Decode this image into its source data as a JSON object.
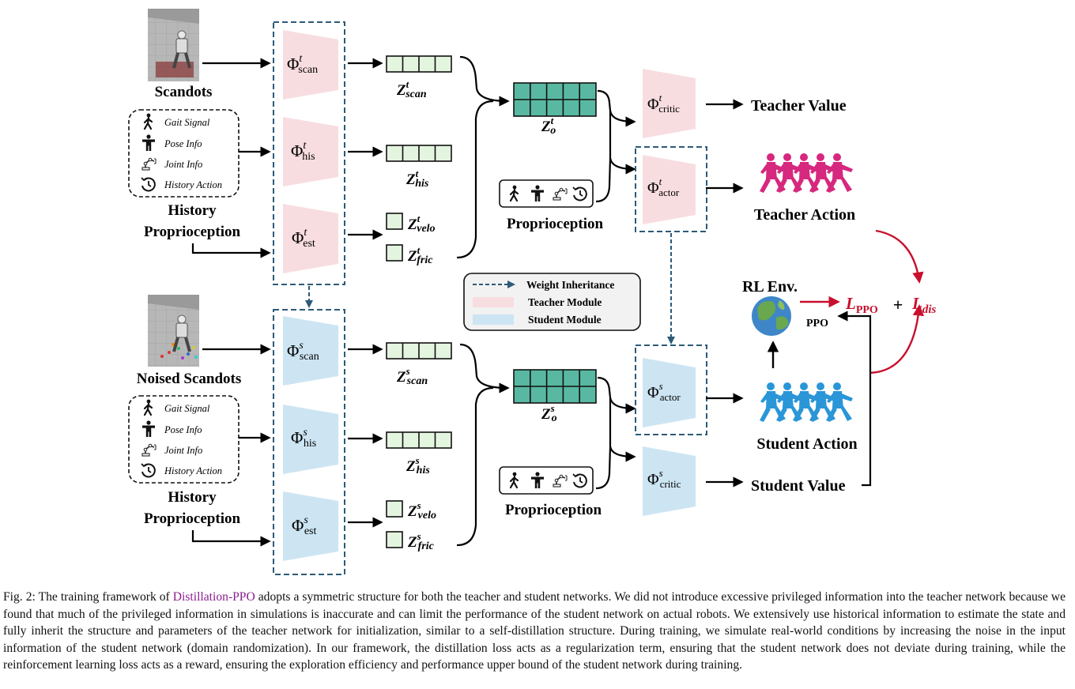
{
  "teacher": {
    "scene_label": "Scandots",
    "history_label_1": "History",
    "history_label_2": "Proprioception",
    "inputs": [
      {
        "icon": "walking-person-icon",
        "label": "Gait Signal"
      },
      {
        "icon": "standing-person-icon",
        "label": "Pose Info"
      },
      {
        "icon": "robot-arm-icon",
        "label": "Joint Info"
      },
      {
        "icon": "history-clock-icon",
        "label": "History Action"
      }
    ],
    "enc_scan_sup": "t",
    "enc_scan_sub": "scan",
    "enc_his_sup": "t",
    "enc_his_sub": "his",
    "enc_est_sup": "t",
    "enc_est_sub": "est",
    "z_scan_sup": "t",
    "z_scan_sub": "scan",
    "z_his_sup": "t",
    "z_his_sub": "his",
    "z_velo_sup": "t",
    "z_velo_sub": "velo",
    "z_fric_sup": "t",
    "z_fric_sub": "fric",
    "z_o_sup": "t",
    "z_o_sub": "o",
    "proprio_label": "Proprioception",
    "critic_sup": "t",
    "critic_sub": "critic",
    "actor_sup": "t",
    "actor_sub": "actor",
    "value_label": "Teacher Value",
    "action_label": "Teacher Action"
  },
  "student": {
    "scene_label": "Noised Scandots",
    "history_label_1": "History",
    "history_label_2": "Proprioception",
    "inputs": [
      {
        "icon": "walking-person-icon",
        "label": "Gait Signal"
      },
      {
        "icon": "standing-person-icon",
        "label": "Pose Info"
      },
      {
        "icon": "robot-arm-icon",
        "label": "Joint Info"
      },
      {
        "icon": "history-clock-icon",
        "label": "History Action"
      }
    ],
    "enc_scan_sup": "s",
    "enc_scan_sub": "scan",
    "enc_his_sup": "s",
    "enc_his_sub": "his",
    "enc_est_sup": "s",
    "enc_est_sub": "est",
    "z_scan_sup": "s",
    "z_scan_sub": "scan",
    "z_his_sup": "s",
    "z_his_sub": "his",
    "z_velo_sup": "s",
    "z_velo_sub": "velo",
    "z_fric_sup": "s",
    "z_fric_sub": "fric",
    "z_o_sup": "s",
    "z_o_sub": "o",
    "proprio_label": "Proprioception",
    "critic_sup": "s",
    "critic_sub": "critic",
    "actor_sup": "s",
    "actor_sub": "actor",
    "value_label": "Student Value",
    "action_label": "Student Action"
  },
  "symbols": {
    "phi": "Φ",
    "z": "Z"
  },
  "legend": {
    "items": [
      "Weight Inheritance",
      "Teacher Module",
      "Student Module"
    ]
  },
  "env": {
    "label": "RL Env.",
    "ppo_label": "PPO",
    "globe_icon": "earth-globe-icon"
  },
  "loss": {
    "ppo_main": "L",
    "ppo_sub": "PPO",
    "plus": "+",
    "dis_main": "L",
    "dis_sub": "dis"
  },
  "colors": {
    "teacher_module": "#f8dde0",
    "student_module": "#cde5f3",
    "latent_fill": "#e3f4df",
    "z_o_fill": "#59b8a1",
    "dashed": "#2d5a78",
    "loss_red": "#c8102e",
    "teacher_action": "#d6287e",
    "student_action": "#2a96d8"
  },
  "caption": {
    "prefix": "Fig. 2: The training framework of ",
    "highlight": "Distillation-PPO",
    "rest": " adopts a symmetric structure for both the teacher and student networks. We did not introduce excessive privileged information into the teacher network because we found that much of the privileged information in simulations is inaccurate and can limit the performance of the student network on actual robots. We extensively use historical information to estimate the state and fully inherit the structure and parameters of the teacher network for initialization, similar to a self-distillation structure. During training, we simulate real-world conditions by increasing the noise in the input information of the student network (domain randomization). In our framework, the distillation loss acts as a regularization term, ensuring that the student network does not deviate during training, while the reinforcement learning loss acts as a reward, ensuring the exploration efficiency and performance upper bound of the student network during training."
  }
}
